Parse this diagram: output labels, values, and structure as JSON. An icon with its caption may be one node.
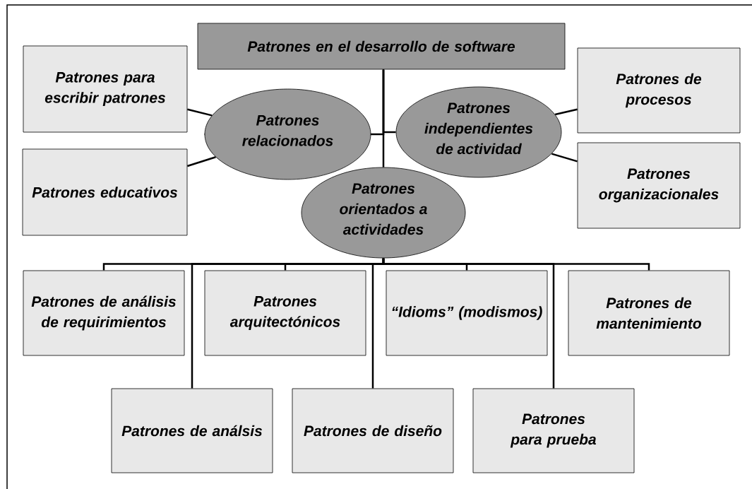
{
  "diagram": {
    "nodes": [
      {
        "text": [
          "Patrones en el desarrollo de software"
        ]
      },
      {
        "text": [
          "Patrones para escribir patrones"
        ]
      },
      {
        "text": [
          "Patrones educativos"
        ]
      },
      {
        "text": [
          "Patrones relacionados"
        ]
      },
      {
        "text": [
          "Patrones independientes de actividad"
        ]
      },
      {
        "text": [
          "Patrones de procesos"
        ]
      },
      {
        "text": [
          "Patrones organizacionales"
        ]
      },
      {
        "text": [
          "Patrones orientados a actividades"
        ]
      },
      {
        "text": [
          "Patrones de análisis de requirimientos"
        ]
      },
      {
        "text": [
          "Patrones arquitectónicos"
        ]
      },
      {
        "text": [
          "“Idioms” (modismos)"
        ]
      },
      {
        "text": [
          "Patrones de mantenimiento"
        ]
      },
      {
        "text": [
          "Patrones de análsis"
        ]
      },
      {
        "text": [
          "Patrones de diseño"
        ]
      },
      {
        "text": [
          "Patrones para prueba"
        ]
      }
    ],
    "edges": [
      {
        "from": 0,
        "to": 3,
        "arrow": "none"
      },
      {
        "from": 0,
        "to": 7,
        "arrow": "none"
      },
      {
        "from": 0,
        "to": 4,
        "arrow": "none"
      },
      {
        "from": 3,
        "to": 1,
        "arrow": "none"
      },
      {
        "from": 3,
        "to": 2,
        "arrow": "none"
      },
      {
        "from": 4,
        "to": 5,
        "arrow": "none"
      },
      {
        "from": 4,
        "to": 6,
        "arrow": "none"
      },
      {
        "from": 7,
        "to": 8,
        "arrow": "none"
      },
      {
        "from": 7,
        "to": 9,
        "arrow": "none"
      },
      {
        "from": 7,
        "to": 10,
        "arrow": "none"
      },
      {
        "from": 7,
        "to": 11,
        "arrow": "none"
      },
      {
        "from": 7,
        "to": 12,
        "arrow": "none"
      },
      {
        "from": 7,
        "to": 13,
        "arrow": "none"
      },
      {
        "from": 7,
        "to": 14,
        "arrow": "none"
      }
    ]
  }
}
